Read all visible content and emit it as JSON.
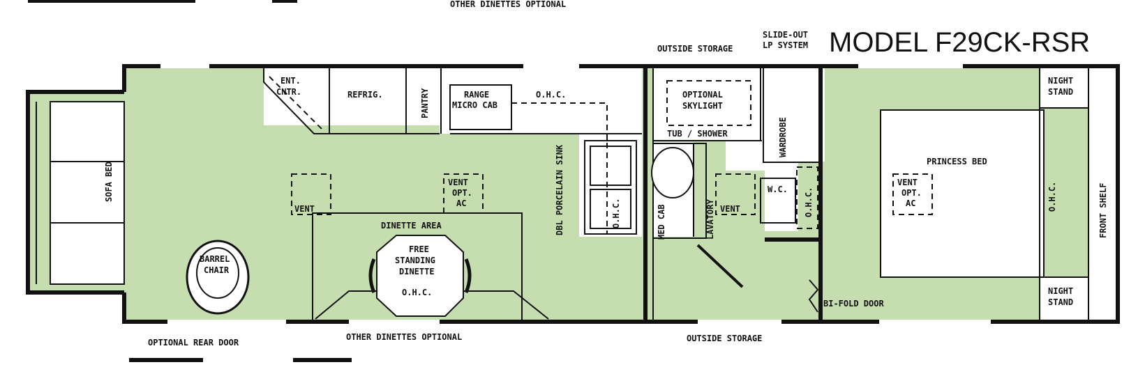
{
  "title": "MODEL F29CK-RSR",
  "header": {
    "top_caption": "OTHER DINETTES OPTIONAL",
    "outside_storage": "OUTSIDE STORAGE",
    "slide_out_line1": "SLIDE-OUT",
    "slide_out_line2": "LP SYSTEM"
  },
  "footer": {
    "optional_rear_door": "OPTIONAL REAR DOOR",
    "other_dinettes": "OTHER DINETTES OPTIONAL",
    "outside_storage": "OUTSIDE STORAGE"
  },
  "rooms": {
    "sofa_bed": "SOFA BED",
    "barrel_chair_1": "BARREL",
    "barrel_chair_2": "CHAIR",
    "ent_cntr_1": "ENT.",
    "ent_cntr_2": "CNTR.",
    "refrig": "REFRIG.",
    "pantry": "PANTRY",
    "range_1": "RANGE",
    "range_2": "MICRO CAB",
    "ohc_kitchen": "O.H.C.",
    "vent_left": "VENT",
    "vent_opt_1": "VENT",
    "vent_opt_2": "OPT.",
    "vent_opt_3": "AC",
    "dinette_area": "DINETTE AREA",
    "free_1": "FREE",
    "free_2": "STANDING",
    "free_3": "DINETTE",
    "ohc_dinette": "O.H.C.",
    "dbl_sink": "DBL PORCELAIN SINK",
    "ohc_sink": "O.H.C.",
    "optional_skylight_1": "OPTIONAL",
    "optional_skylight_2": "SKYLIGHT",
    "tub_shower": "TUB / SHOWER",
    "med_cab": "MED CAB",
    "lavatory": "LAVATORY",
    "vent_bath": "VENT",
    "wc": "W.C.",
    "ohc_bath": "O.H.C.",
    "wardrobe": "WARDROBE",
    "princess_bed": "PRINCESS BED",
    "vent_bed_1": "VENT",
    "vent_bed_2": "OPT.",
    "vent_bed_3": "AC",
    "ohc_bed": "O.H.C.",
    "front_shelf": "FRONT SHELF",
    "night_stand_1": "NIGHT",
    "night_stand_2": "STAND",
    "bi_fold": "BI-FOLD DOOR"
  },
  "colors": {
    "floor": "#c6ddb0",
    "walls": "#111111",
    "background": "#ffffff"
  }
}
